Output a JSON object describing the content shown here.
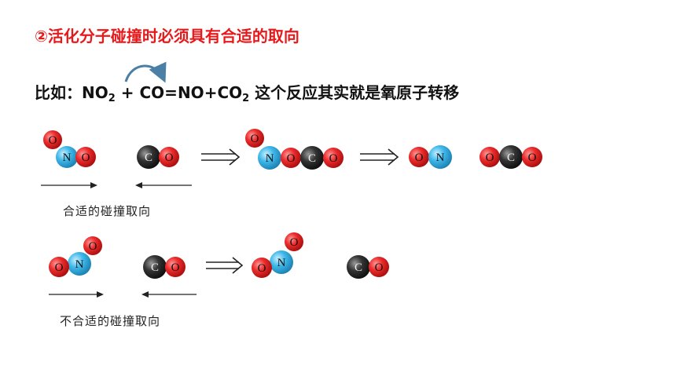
{
  "title": "②活化分子碰撞时必须具有合适的取向",
  "example": {
    "prefix": "比如：",
    "reactant1": "NO",
    "sub1": "2",
    "plus1": " + ",
    "reactant2": "CO",
    "equals": "=",
    "product1": "NO",
    "plus2": "+",
    "product2": "CO",
    "sub2": "2",
    "suffix": " 这个反应其实就是氧原子转移"
  },
  "captions": {
    "proper": "合适的碰撞取向",
    "improper": "不合适的碰撞取向"
  },
  "atoms": {
    "O": "O",
    "N": "N",
    "C": "C"
  },
  "colors": {
    "title": "#e8191b",
    "oxygen": "#e52a2a",
    "nitrogen": "#3bb6e8",
    "carbon": "#2a2a2a",
    "curved_arrow": "#4a7fa6"
  }
}
